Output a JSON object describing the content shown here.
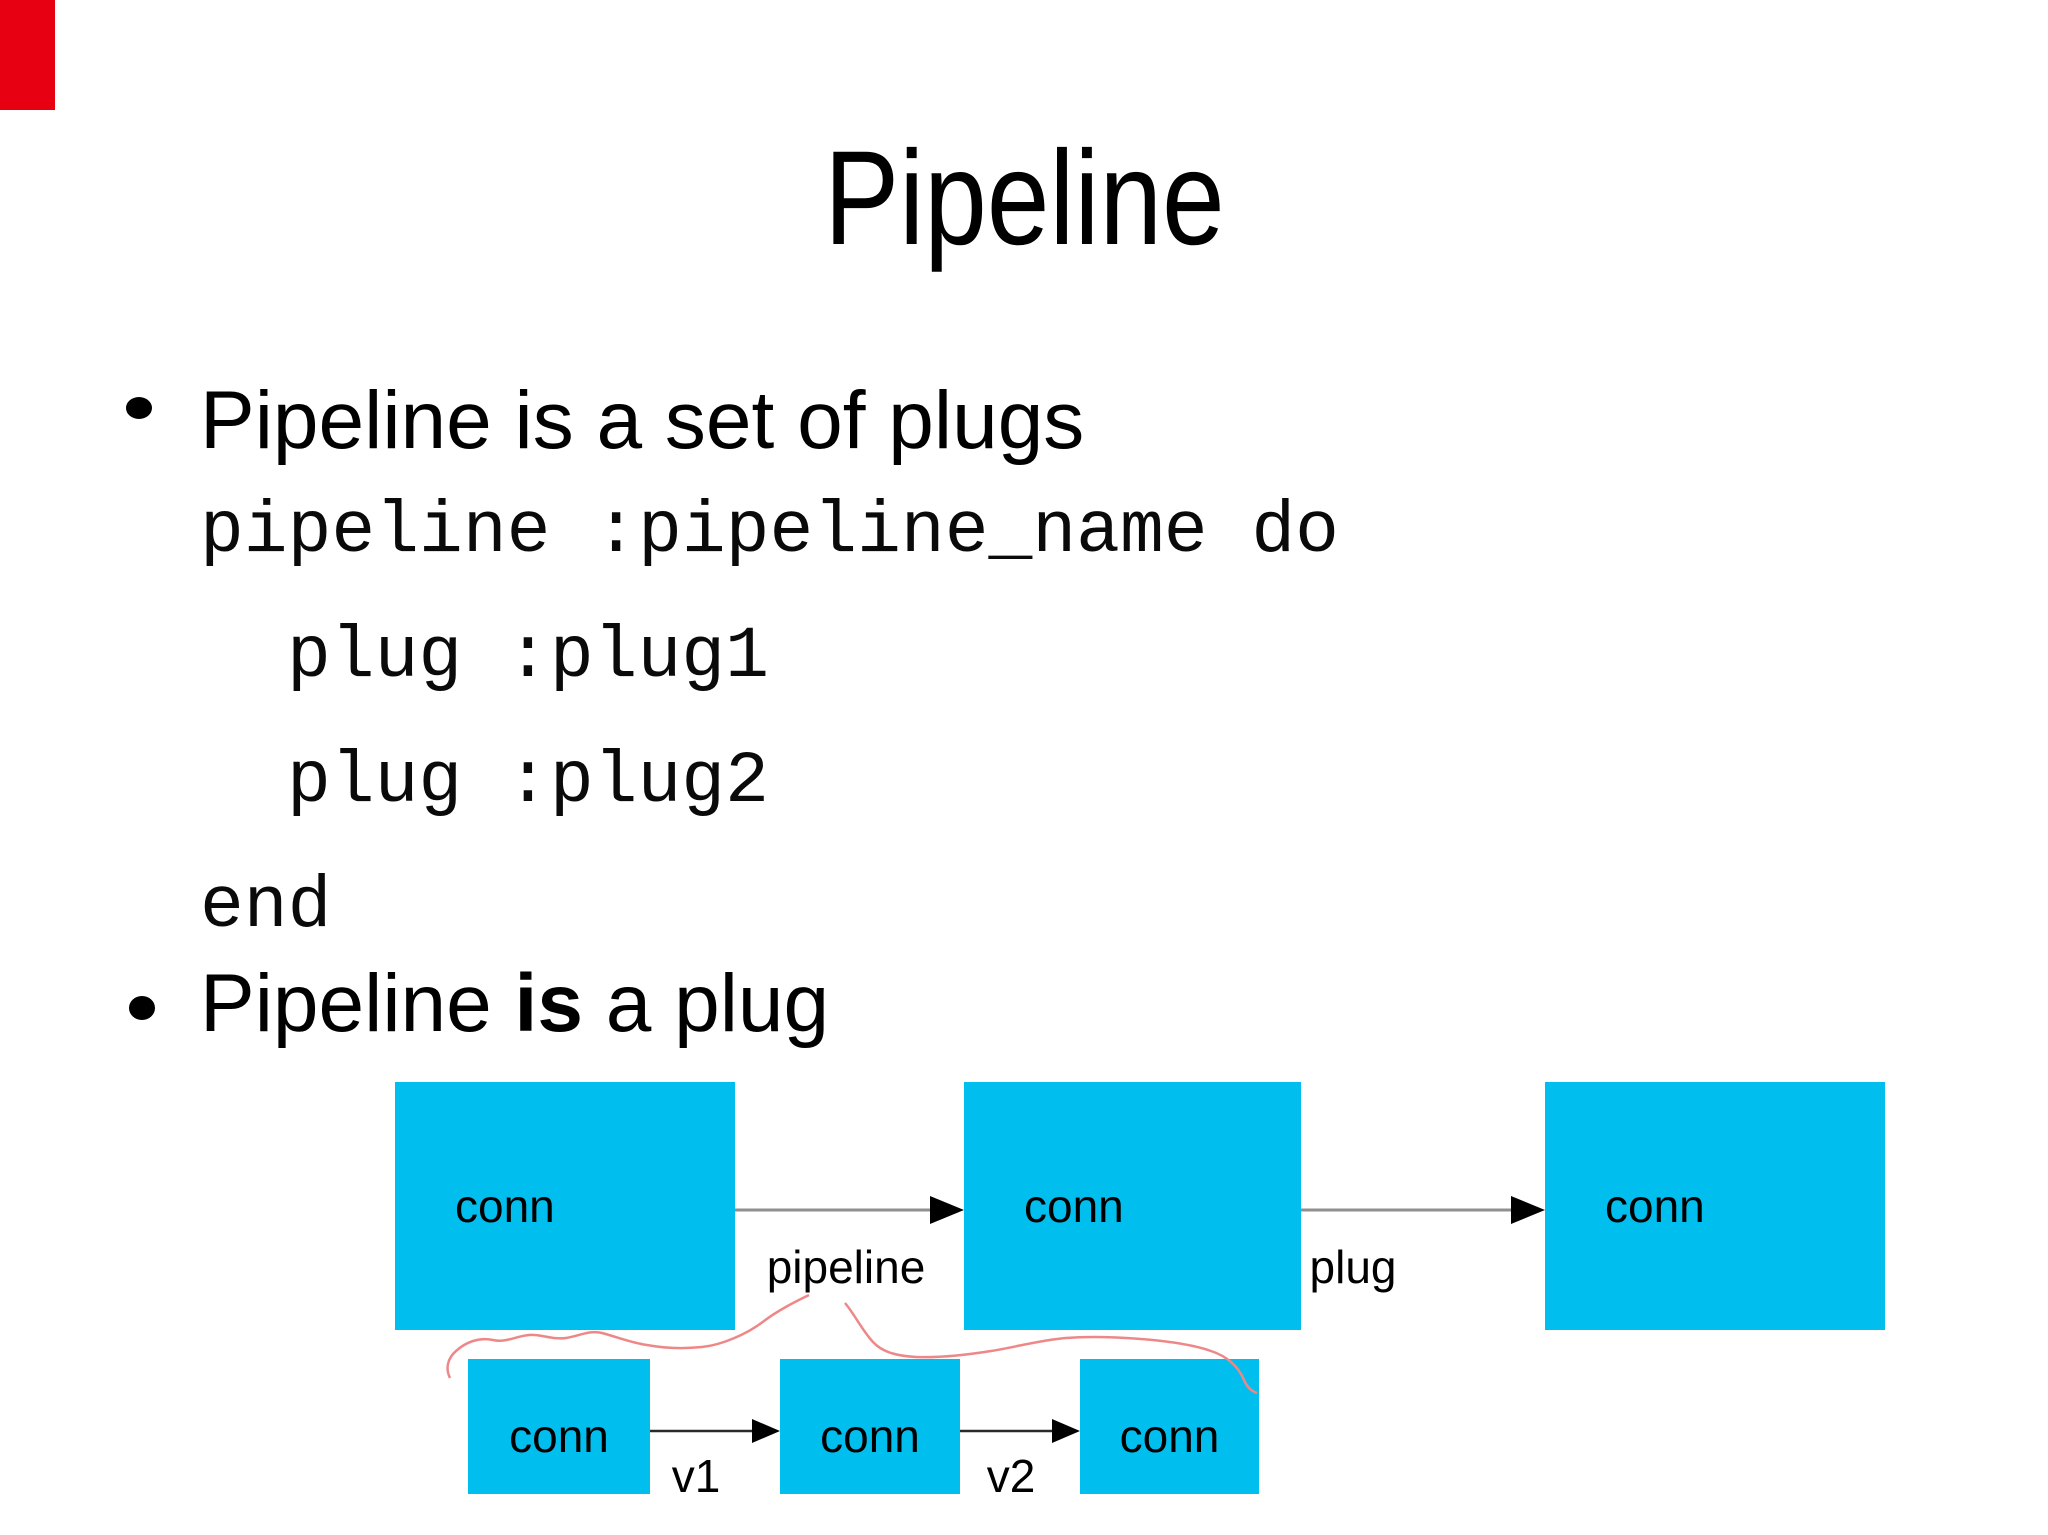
{
  "slide": {
    "title": "Pipeline",
    "bullets": [
      {
        "text": "Pipeline is a set of plugs"
      },
      {
        "pre": "Pipeline ",
        "bold": "is",
        "post": " a plug"
      }
    ],
    "code": {
      "line1": "pipeline :pipeline_name do",
      "line2": "plug :plug1",
      "line3": "plug :plug2",
      "line4": "end"
    },
    "corner_badge_color": "#e60012"
  },
  "diagram": {
    "top_row": {
      "box1": "conn",
      "box2": "conn",
      "box3": "conn",
      "arrow1_label": "pipeline",
      "arrow2_label": "plug"
    },
    "bottom_row": {
      "box1": "conn",
      "box2": "conn",
      "box3": "conn",
      "arrow1_label": "v1",
      "arrow2_label": "v2"
    },
    "colors": {
      "box_fill": "#00bfef",
      "arrow_line_top": "#8f8f8f",
      "arrow_line_bottom": "#2a2a2a",
      "arrow_head": "#000000",
      "annotation_squiggle": "#ee8888"
    }
  }
}
